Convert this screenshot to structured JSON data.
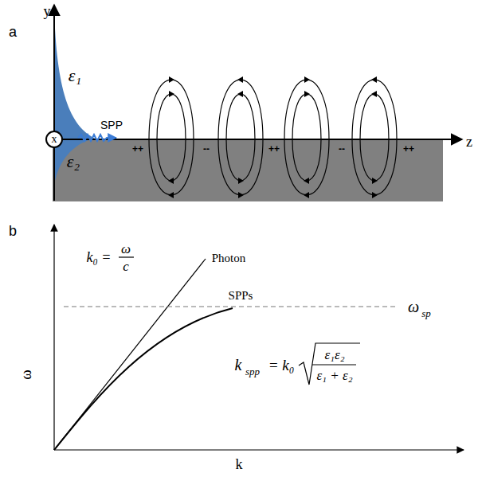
{
  "diagram": {
    "nodes": [
      {
        "text": [
          "x"
        ]
      }
    ],
    "labels": [
      "a",
      "y",
      "ε₁",
      "ε₂",
      "SPP",
      "z",
      "++",
      "--",
      "++",
      "--",
      "++",
      "b",
      "k₀ =",
      "ω",
      "c",
      "Photon",
      "SPPs",
      "ω",
      "sp",
      "ω",
      "k",
      "k",
      "spp",
      "= k₀",
      "ε₁ε₂",
      "ε₁ + ε₂"
    ]
  }
}
